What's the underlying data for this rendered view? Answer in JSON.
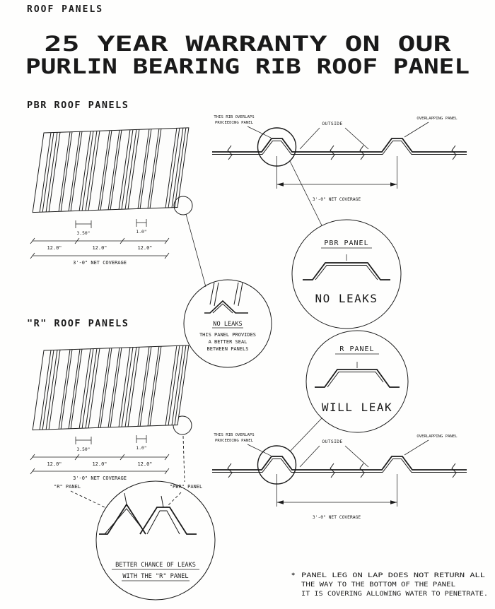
{
  "page": {
    "eyebrow": "ROOF PANELS",
    "title_line1": "25 YEAR WARRANTY ON OUR",
    "title_line2": "PURLIN BEARING RIB ROOF PANEL"
  },
  "pbr": {
    "heading": "PBR ROOF PANELS",
    "dims": {
      "depth": "3.50\"",
      "rib": "1.0\"",
      "seg1": "12.0\"",
      "seg2": "12.0\"",
      "seg3": "12.0\"",
      "coverage": "3'-0\" NET COVERAGE"
    }
  },
  "r": {
    "heading": "\"R\" ROOF PANELS",
    "dims": {
      "depth": "3.50\"",
      "rib": "1.0\"",
      "seg1": "12.0\"",
      "seg2": "12.0\"",
      "seg3": "12.0\"",
      "coverage": "3'-0\" NET COVERAGE"
    }
  },
  "xsection_top": {
    "label_overlap_1": "THIS RIB OVERLAPS",
    "label_overlap_2": "PROCEEDING PANEL",
    "label_outside": "OUTSIDE",
    "label_overlapping": "OVERLAPPING PANEL",
    "coverage": "3'-0\" NET COVERAGE"
  },
  "xsection_bottom": {
    "label_overlap_1": "THIS RIB OVERLAPS",
    "label_overlap_2": "PROCEEDING PANEL",
    "label_outside": "OUTSIDE",
    "label_overlapping": "OVERLAPPING PANEL",
    "coverage": "3'-0\" NET COVERAGE"
  },
  "detail_pbr": {
    "title": "PBR PANEL",
    "verdict": "NO LEAKS"
  },
  "detail_seal": {
    "title": "NO LEAKS",
    "line1": "THIS PANEL PROVIDES",
    "line2": "A BETTER SEAL",
    "line3": "BETWEEN PANELS"
  },
  "detail_r": {
    "title": "R PANEL",
    "verdict": "WILL LEAK"
  },
  "detail_leak": {
    "line1": "BETTER CHANCE OF LEAKS",
    "line2": "WITH THE \"R\" PANEL"
  },
  "panel_labels": {
    "r_panel": "\"R\" PANEL",
    "pbr_panel": "\"PBR\" PANEL"
  },
  "footnote": {
    "marker": "*",
    "line1": "PANEL LEG ON LAP DOES NOT RETURN ALL",
    "line2": "THE WAY TO THE BOTTOM OF THE PANEL",
    "line3": "IT IS COVERING ALLOWING WATER TO PENETRATE."
  }
}
